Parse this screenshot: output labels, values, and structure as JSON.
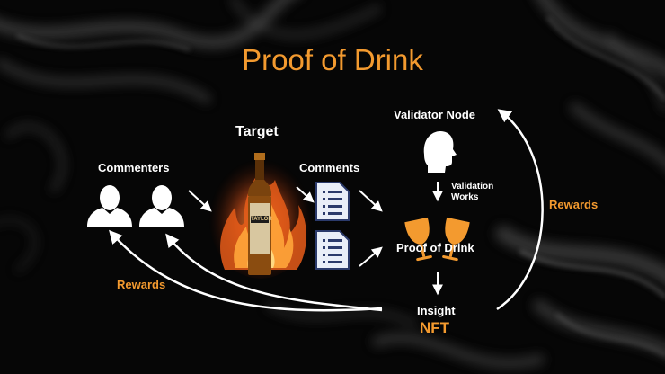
{
  "slide": {
    "title": "Proof of Drink",
    "colors": {
      "accent": "#f39a2f",
      "text": "#ffffff",
      "background": "#050505"
    }
  },
  "diagram": {
    "target_label": "Target",
    "commenters_label": "Commenters",
    "comments_label": "Comments",
    "validator_label": "Validator Node",
    "validation_label_line1": "Validation",
    "validation_label_line2": "Works",
    "proof_label": "Proof of Drink",
    "insight_label": "Insight",
    "nft_label": "NFT",
    "rewards_left_label": "Rewards",
    "rewards_right_label": "Rewards",
    "bottle_brand": "TAYLOR",
    "icons": [
      "person-icon",
      "person-icon",
      "document-icon",
      "document-icon",
      "head-profile-icon",
      "wine-glass-icon",
      "whiskey-bottle-icon",
      "fire-icon"
    ]
  }
}
